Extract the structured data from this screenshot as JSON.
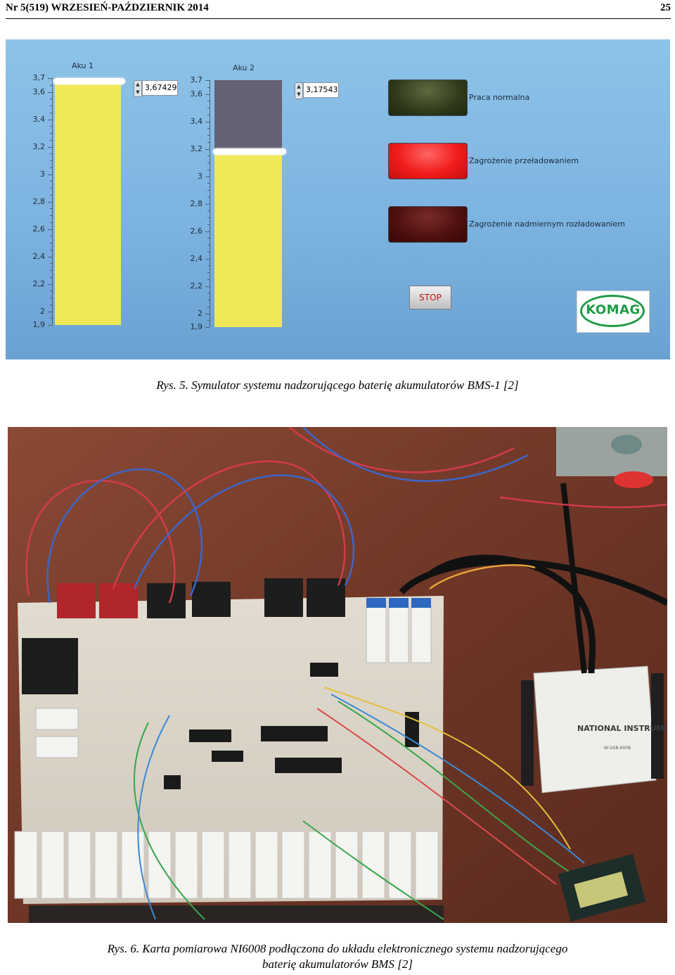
{
  "header": {
    "journal_issue": "Nr 5(519) WRZESIEŃ-PAŹDZIERNIK 2014",
    "page_number": "25"
  },
  "figure5": {
    "gauges": [
      {
        "title": "Aku 1",
        "value": 3.67429,
        "value_text": "3,67429",
        "range": [
          1.9,
          3.7
        ],
        "tick_labels": [
          "3,7",
          "3,6",
          "3,4",
          "3,2",
          "3",
          "2,8",
          "2,6",
          "2,4",
          "2,2",
          "2",
          "1,9"
        ],
        "tick_values": [
          3.7,
          3.6,
          3.4,
          3.2,
          3.0,
          2.8,
          2.6,
          2.4,
          2.2,
          2.0,
          1.9
        ]
      },
      {
        "title": "Aku 2",
        "value": 3.17543,
        "value_text": "3,17543",
        "range": [
          1.9,
          3.7
        ],
        "tick_labels": [
          "3,7",
          "3,6",
          "3,4",
          "3,2",
          "3",
          "2,8",
          "2,6",
          "2,4",
          "2,2",
          "2",
          "1,9"
        ],
        "tick_values": [
          3.7,
          3.6,
          3.4,
          3.2,
          3.0,
          2.8,
          2.6,
          2.4,
          2.2,
          2.0,
          1.9
        ]
      }
    ],
    "indicators": [
      {
        "label": "Praca normalna",
        "state": "off",
        "color": "#2f3a1a"
      },
      {
        "label": "Zagrożenie przeładowaniem",
        "state": "on",
        "color": "#f11c1c"
      },
      {
        "label": "Zagrożenie nadmiernym rozładowaniem",
        "state": "off",
        "color": "#4d0f0f"
      }
    ],
    "stop_button": "STOP",
    "logo_text": "KOMAG",
    "colors": {
      "fill": "#eee857",
      "empty": "#646172",
      "background": "#7db4e0"
    }
  },
  "captions": {
    "fig5": "Rys. 5. Symulator systemu nadzorującego baterię akumulatorów BMS-1 [2]",
    "fig6_line1": "Rys. 6. Karta pomiarowa NI6008 podłączona do układu elektronicznego systemu nadzorującego",
    "fig6_line2": "baterię akumulatorów BMS [2]"
  },
  "photo": {
    "device_brand": "NATIONAL INSTRUMENTS",
    "device_model": "NI USB-6008"
  }
}
